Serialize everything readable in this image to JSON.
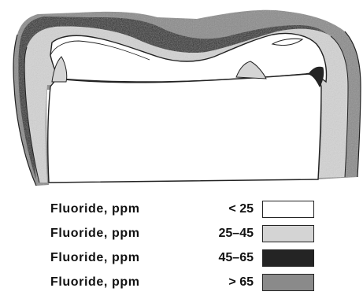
{
  "colors": {
    "background": "#ffffff",
    "outline": "#222222",
    "zone_lt25": "#ffffff",
    "zone_25_45": "#d4d4d4",
    "zone_45_65": "#242424",
    "zone_gt65": "#8a8a8a"
  },
  "legend": {
    "items": [
      {
        "label": "Fluoride, ppm",
        "range": "< 25",
        "swatch": "#ffffff"
      },
      {
        "label": "Fluoride, ppm",
        "range": "25–45",
        "swatch": "#d4d4d4"
      },
      {
        "label": "Fluoride, ppm",
        "range": "45–65",
        "swatch": "#242424"
      },
      {
        "label": "Fluoride, ppm",
        "range": "> 65",
        "swatch": "#8a8a8a"
      }
    ]
  }
}
